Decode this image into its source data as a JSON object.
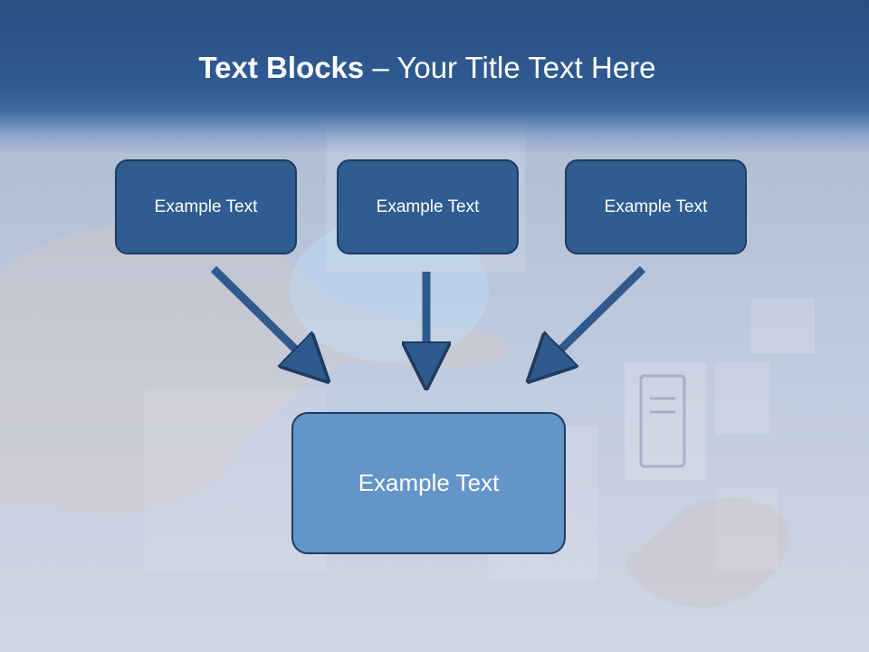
{
  "slide": {
    "title_bold": "Text Blocks",
    "title_rest": " – Your Title Text Here"
  },
  "diagram": {
    "top_boxes": [
      "Example Text",
      "Example Text",
      "Example Text"
    ],
    "bottom_box": "Example Text"
  },
  "colors": {
    "header": "#2f5a92",
    "top_box_fill": "#2f5d92",
    "bottom_box_fill": "#6395c8",
    "outline": "#1f3b60"
  }
}
